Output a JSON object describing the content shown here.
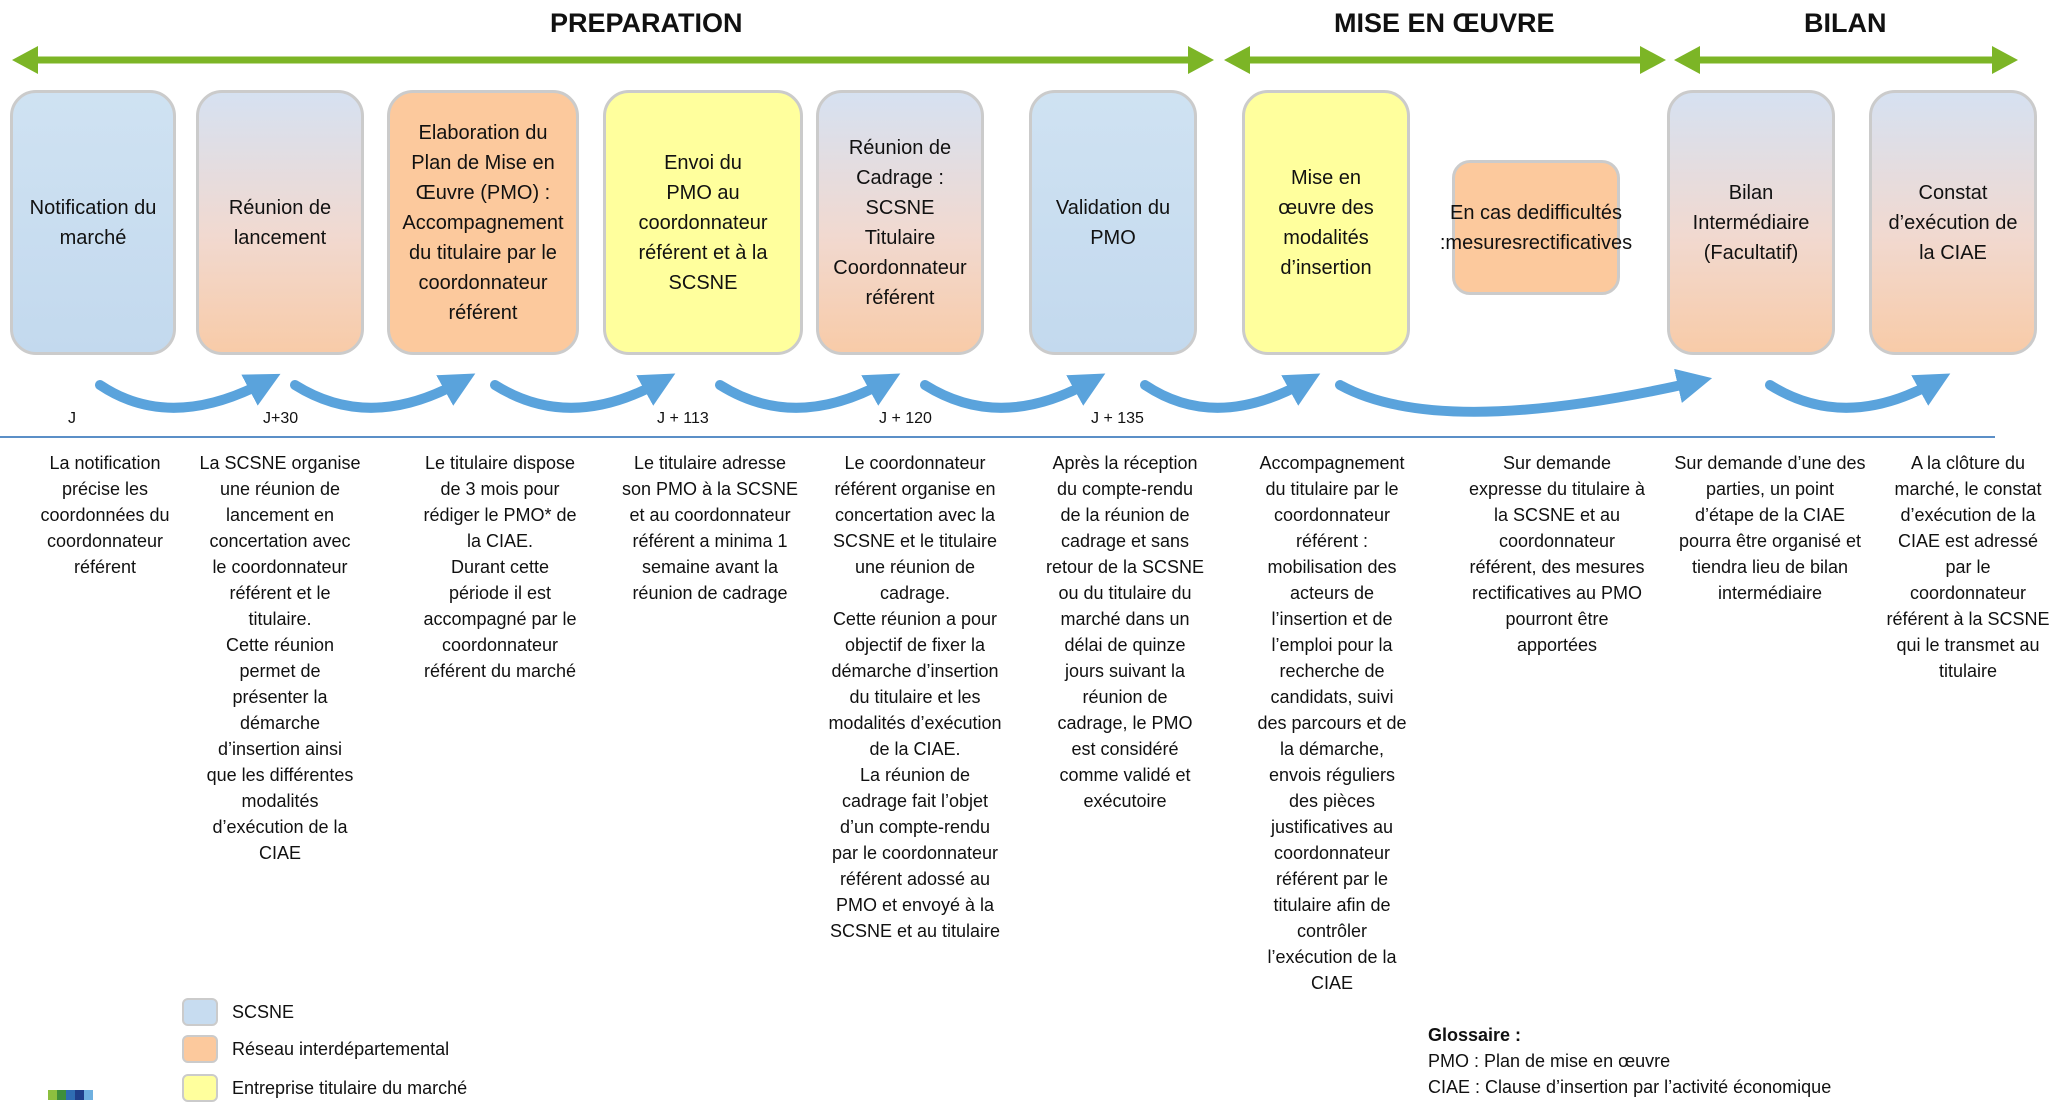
{
  "phases": [
    {
      "label": "PREPARATION"
    },
    {
      "label": "MISE EN ŒUVRE"
    },
    {
      "label": "BILAN"
    }
  ],
  "colors": {
    "phase_arrow": "#7cb526",
    "curve_arrow": "#5aa3dc",
    "timeline": "#5b8fc7",
    "scsne": "#c7dcf0",
    "reseau": "#fcc99d",
    "entreprise": "#ffff9d"
  },
  "boxes": [
    {
      "lines": [
        "Notification du",
        "marché"
      ]
    },
    {
      "lines": [
        "Réunion de",
        "lancement"
      ]
    },
    {
      "lines": [
        "Elaboration du",
        "Plan de Mise en",
        "Œuvre (PMO) :",
        "Accompagnement",
        "du titulaire par le",
        "coordonnateur",
        "référent"
      ]
    },
    {
      "lines": [
        "Envoi du",
        "PMO au",
        "coordonnateur",
        "référent et à la",
        "SCSNE"
      ]
    },
    {
      "lines": [
        "Réunion de",
        "Cadrage : SCSNE",
        "Titulaire",
        "Coordonnateur",
        "référent"
      ]
    },
    {
      "lines": [
        "Validation du",
        "PMO"
      ]
    },
    {
      "lines": [
        "Mise en",
        "œuvre des",
        "modalités",
        "d’insertion"
      ]
    },
    {
      "lines": [
        "Bilan",
        "Intermédiaire",
        "(Facultatif)"
      ]
    },
    {
      "lines": [
        "Constat",
        "d’exécution de",
        "la CIAE"
      ]
    }
  ],
  "difficulty_box": {
    "lines": [
      "En cas de",
      "difficultés :",
      "mesures",
      "rectificatives"
    ]
  },
  "timeline_labels": [
    "J",
    "J+30",
    "J + 113",
    "J + 120",
    "J + 135"
  ],
  "descriptions": [
    "La notification\nprécise les\ncoordonnées du\ncoordonnateur\nréférent",
    "La SCSNE organise\nune réunion de\nlancement en\nconcertation avec\nle coordonnateur\nréférent et le\ntitulaire.\nCette réunion\npermet de\nprésenter la\ndémarche\nd’insertion ainsi\nque les différentes\nmodalités\nd’exécution de la\nCIAE",
    "Le titulaire dispose\nde 3 mois pour\nrédiger le PMO* de\nla CIAE.\nDurant cette\npériode il est\naccompagné par le\ncoordonnateur\nréférent du marché",
    "Le titulaire adresse\nson PMO à la SCSNE\net au coordonnateur\nréférent a minima 1\nsemaine avant la\nréunion de cadrage",
    "Le coordonnateur\nréférent organise en\nconcertation avec la\nSCSNE et le titulaire\nune réunion de\ncadrage.\nCette réunion a pour\nobjectif de fixer la\ndémarche d’insertion\ndu titulaire et les\nmodalités d’exécution\nde la CIAE.\nLa réunion de\ncadrage fait l’objet\nd’un compte-rendu\npar le coordonnateur\nréférent adossé au\nPMO et envoyé à la\nSCSNE et au titulaire",
    "Après la réception\ndu compte-rendu\nde la réunion de\ncadrage et sans\nretour de la SCSNE\nou du titulaire du\nmarché dans un\ndélai de quinze\njours suivant la\nréunion de\ncadrage, le PMO\nest considéré\ncomme validé et\nexécutoire",
    "Accompagnement\ndu titulaire par le\ncoordonnateur\nréférent :\nmobilisation des\nacteurs de\nl’insertion et de\nl’emploi pour la\nrecherche de\ncandidats, suivi\ndes parcours et de\nla démarche,\nenvois réguliers\ndes pièces\njustificatives au\ncoordonnateur\nréférent par le\ntitulaire afin de\ncontrôler\nl’exécution de la\nCIAE",
    "Sur demande\nexpresse du titulaire à\nla SCSNE et au\ncoordonnateur\nréférent, des mesures\nrectificatives au PMO\npourront être\napportées",
    "Sur demande d’une des\nparties, un point\nd’étape de la CIAE\npourra être organisé et\ntiendra lieu de  bilan\nintermédiaire",
    "A la clôture du\nmarché, le constat\nd’exécution de la\nCIAE est adressé\npar le\ncoordonnateur\nréférent à la SCSNE\nqui le transmet au\ntitulaire"
  ],
  "legend": [
    {
      "label": "SCSNE"
    },
    {
      "label": "Réseau interdépartemental"
    },
    {
      "label": "Entreprise titulaire du marché"
    }
  ],
  "glossary": {
    "title": "Glossaire :",
    "items": [
      "PMO : Plan de mise en œuvre",
      "CIAE : Clause d’insertion par l’activité économique"
    ]
  }
}
